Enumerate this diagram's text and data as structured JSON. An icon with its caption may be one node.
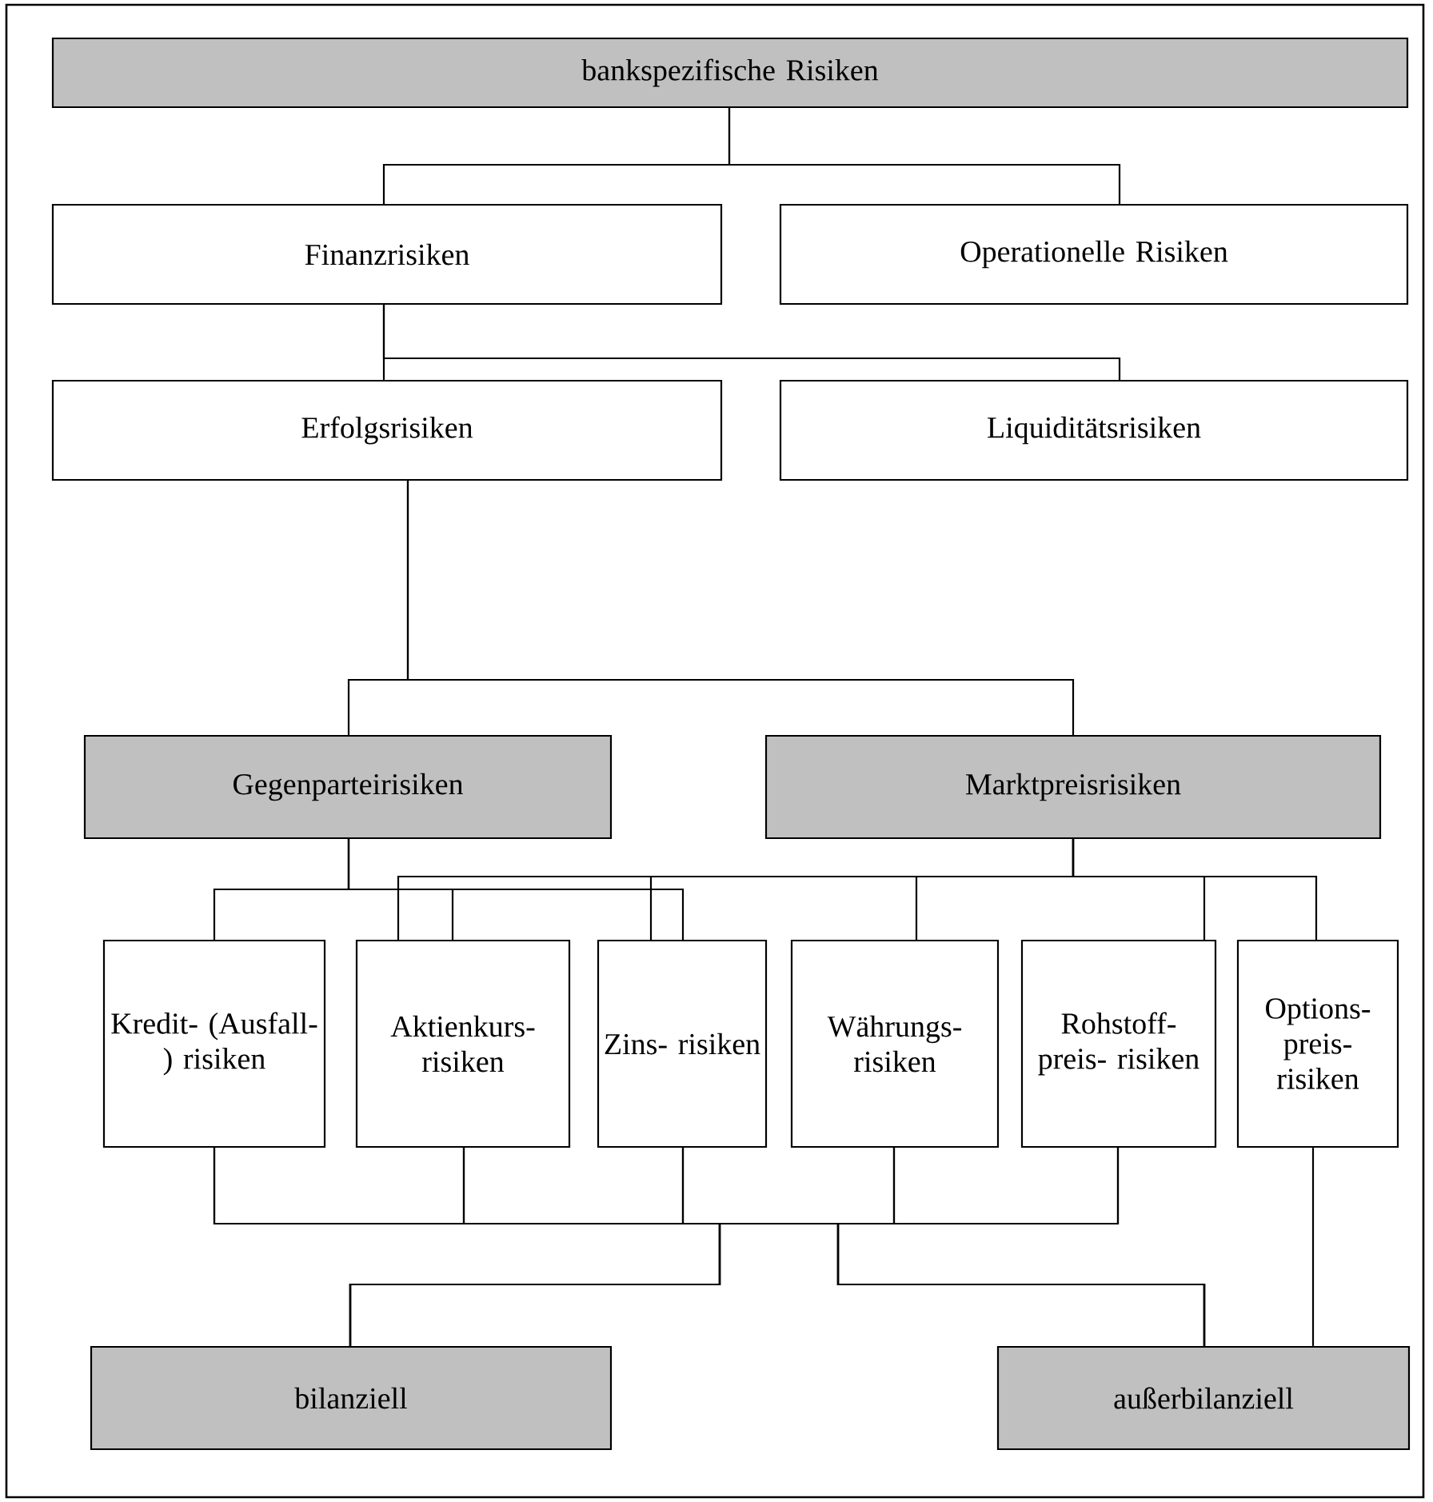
{
  "diagram": {
    "nodes": [
      {
        "text": [
          "bankspezifische Risiken"
        ]
      },
      {
        "text": [
          "Finanzrisiken"
        ]
      },
      {
        "text": [
          "Operationelle Risiken"
        ]
      },
      {
        "text": [
          "Erfolgsrisiken"
        ]
      },
      {
        "text": [
          "Liquiditätsrisiken"
        ]
      },
      {
        "text": [
          "Gegenparteirisiken"
        ]
      },
      {
        "text": [
          "Marktpreisrisiken"
        ]
      },
      {
        "text": [
          "Kredit- (Ausfall-) risiken"
        ]
      },
      {
        "text": [
          "Aktienkurs- risiken"
        ]
      },
      {
        "text": [
          "Zins- risiken"
        ]
      },
      {
        "text": [
          "Währungs- risiken"
        ]
      },
      {
        "text": [
          "Rohstoff- preis- risiken"
        ]
      },
      {
        "text": [
          "Options- preis- risiken"
        ]
      },
      {
        "text": [
          "bilanziell"
        ]
      },
      {
        "text": [
          "außerbilanziell"
        ]
      }
    ],
    "edges": [
      {
        "from": 0,
        "to": 1,
        "arrow": "none"
      },
      {
        "from": 0,
        "to": 2,
        "arrow": "none"
      },
      {
        "from": 1,
        "to": 3,
        "arrow": "none"
      },
      {
        "from": 1,
        "to": 4,
        "arrow": "none"
      },
      {
        "from": 3,
        "to": 5,
        "arrow": "none"
      },
      {
        "from": 3,
        "to": 6,
        "arrow": "none"
      },
      {
        "from": 5,
        "to": 7,
        "arrow": "none"
      },
      {
        "from": 5,
        "to": 8,
        "arrow": "none"
      },
      {
        "from": 5,
        "to": 9,
        "arrow": "none"
      },
      {
        "from": 6,
        "to": 8,
        "arrow": "none"
      },
      {
        "from": 6,
        "to": 9,
        "arrow": "none"
      },
      {
        "from": 6,
        "to": 10,
        "arrow": "none"
      },
      {
        "from": 6,
        "to": 11,
        "arrow": "none"
      },
      {
        "from": 6,
        "to": 12,
        "arrow": "none"
      },
      {
        "from": 7,
        "to": 13,
        "arrow": "none"
      },
      {
        "from": 7,
        "to": 14,
        "arrow": "none"
      },
      {
        "from": 8,
        "to": 13,
        "arrow": "none"
      },
      {
        "from": 8,
        "to": 14,
        "arrow": "none"
      },
      {
        "from": 9,
        "to": 13,
        "arrow": "none"
      },
      {
        "from": 9,
        "to": 14,
        "arrow": "none"
      },
      {
        "from": 10,
        "to": 13,
        "arrow": "none"
      },
      {
        "from": 10,
        "to": 14,
        "arrow": "none"
      },
      {
        "from": 11,
        "to": 13,
        "arrow": "none"
      },
      {
        "from": 11,
        "to": 14,
        "arrow": "none"
      },
      {
        "from": 12,
        "to": 14,
        "arrow": "none"
      }
    ]
  }
}
